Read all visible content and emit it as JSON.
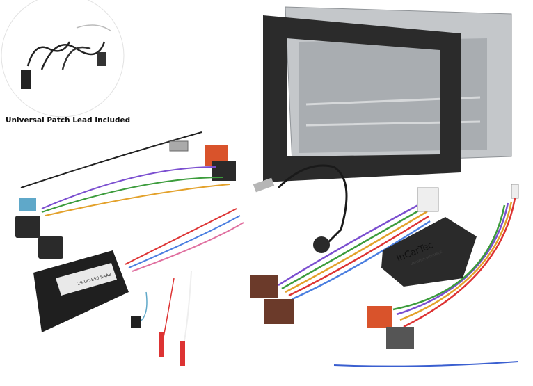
{
  "caption": "Universal Patch Lead Included",
  "interface_box": {
    "brand": "InCarTec",
    "subtitle": "AMPLIFIER INTERFACE"
  },
  "canbus_box": {
    "part_number": "29-UC-850-SAAB"
  },
  "colors": {
    "fascia": "#2b2b2b",
    "cage": "#b9bcc0",
    "iso_brown": "#6b3a2a",
    "iso_red": "#d9532b",
    "fakra_blue": "#5fa8c9"
  }
}
